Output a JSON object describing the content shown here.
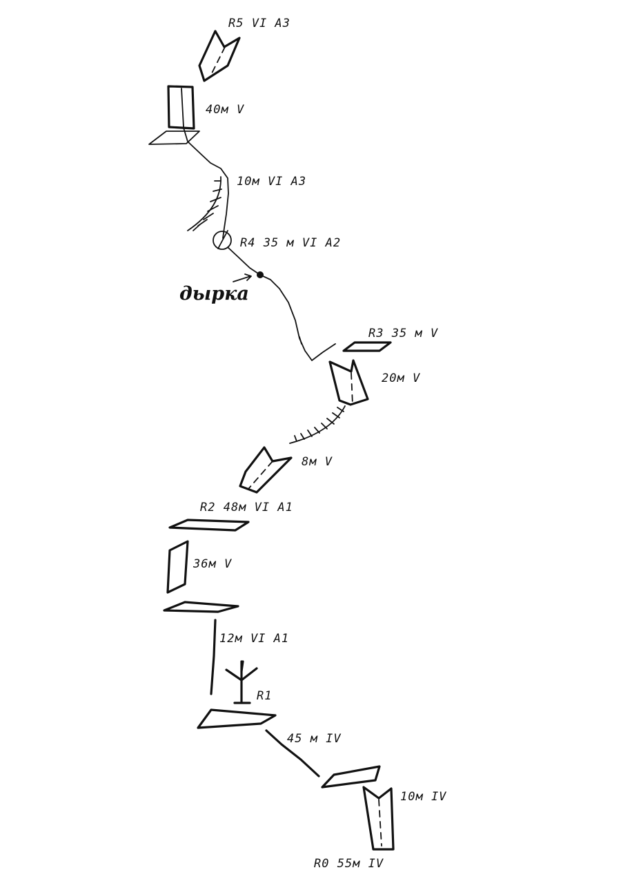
{
  "labels": {
    "r5": "R5  VI A3",
    "p40": "40м V",
    "p10a3": "10м VI A3",
    "r4": "R4 35 м VI A2",
    "hole": "дырка",
    "r3": "R3 35 м V",
    "p20": "20м V",
    "p8": "8м V",
    "r2": "R2 48м VI A1",
    "p36": "36м V",
    "p12": "12м VI A1",
    "r1": "R1",
    "p45": "45 м IV",
    "p10": "10м IV",
    "r0": "R0  55м IV"
  }
}
